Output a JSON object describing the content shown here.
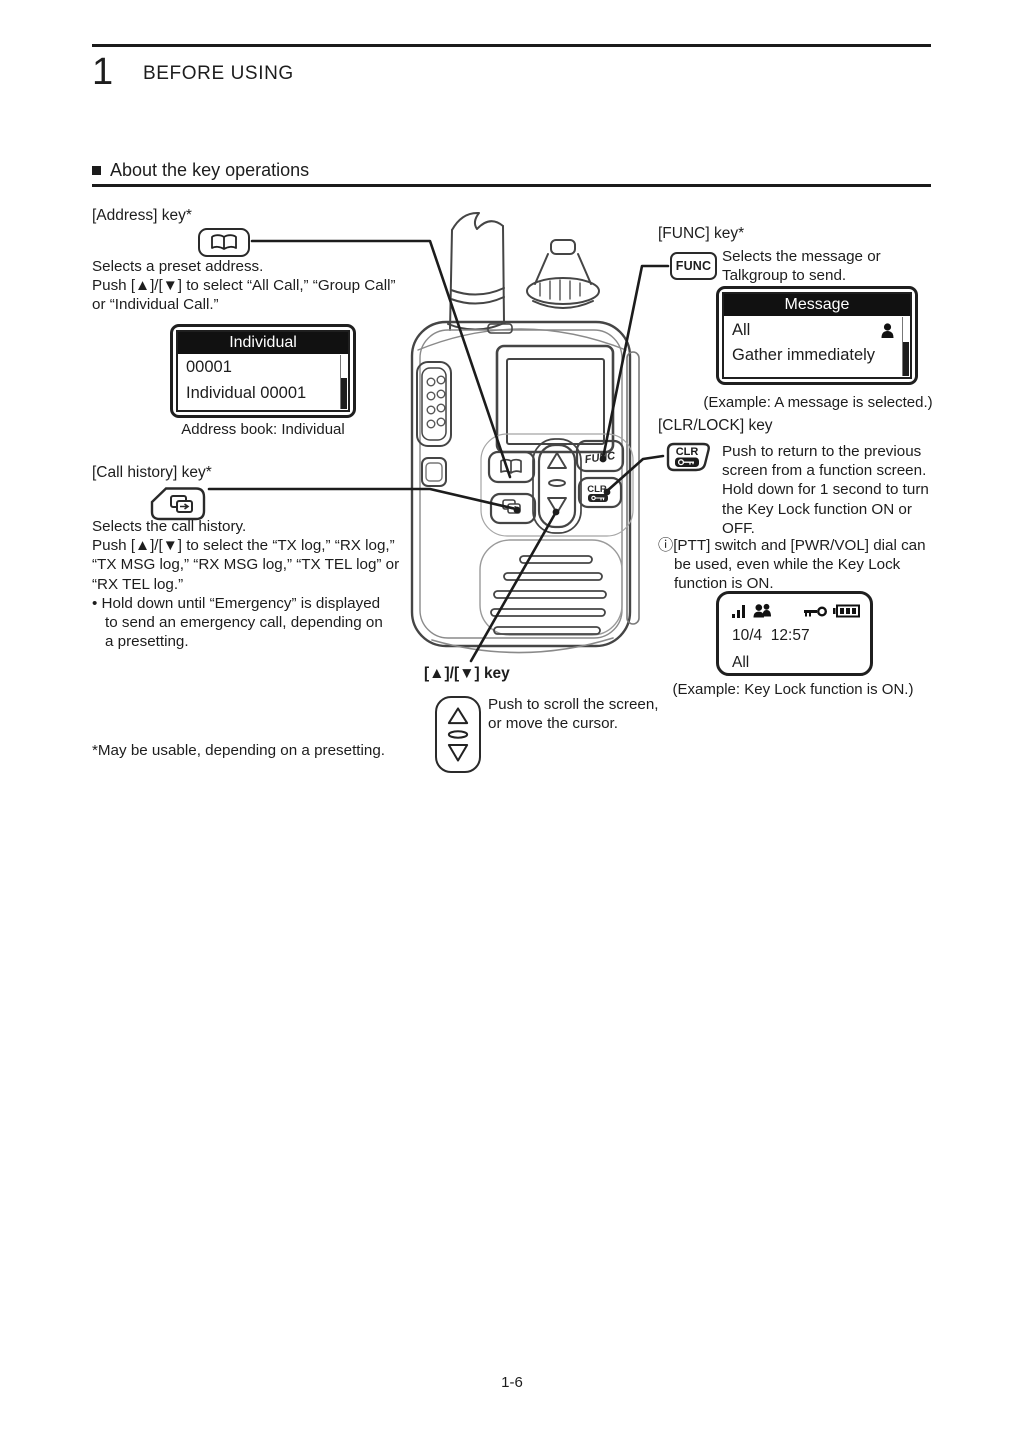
{
  "header": {
    "chapter_number": "1",
    "chapter_title": "BEFORE USING",
    "section_title": "About the key operations"
  },
  "address_key": {
    "label": "[Address] key*",
    "desc": [
      "Selects a preset address.",
      "Push [▲]/[▼] to select “All Call,” “Group Call”",
      "or “Individual Call.”"
    ],
    "screen": {
      "title": "Individual",
      "row1": "00001",
      "row2": "Individual 00001",
      "caption": "Address book: Individual"
    }
  },
  "call_history_key": {
    "label": "[Call history] key*",
    "desc": [
      "Selects the call history.",
      "Push [▲]/[▼] to select the “TX log,” “RX log,”",
      "“TX MSG log,” “RX MSG log,” “TX TEL log” or",
      "“RX TEL log.”"
    ],
    "bullet": [
      "• Hold down until “Emergency” is displayed",
      "to send an emergency call, depending on",
      "a presetting."
    ]
  },
  "func_key": {
    "label": "[FUNC] key*",
    "button": "FUNC",
    "desc": [
      "Selects the message or",
      "Talkgroup to send."
    ],
    "screen": {
      "title": "Message",
      "row1": "All",
      "row2": "Gather immediately",
      "caption": "(Example: A message is selected.)"
    }
  },
  "clr_key": {
    "label": "[CLR/LOCK] key",
    "button": "CLR",
    "desc": [
      "Push to return to the previous",
      "screen from a function screen.",
      "Hold down for 1 second to turn",
      "the Key Lock function ON or",
      "OFF."
    ],
    "note": [
      "ⓘ[PTT] switch and [PWR/VOL] dial can",
      "be used, even while the Key Lock",
      "function is ON."
    ],
    "screen": {
      "datetime": "10/4  12:57",
      "row": "All",
      "caption": "(Example: Key Lock function is ON.)"
    }
  },
  "updown_key": {
    "label": "[▲]/[▼] key",
    "desc": [
      "Push to scroll the screen,",
      "or move the cursor."
    ]
  },
  "footnote": "*May be usable, depending on a presetting.",
  "page_number": "1-6",
  "radio": {
    "func_label": "FUNC",
    "clr_label": "CLR"
  },
  "icons": {
    "address_button": "open-book-icon",
    "call_history_button": "call-history-icon",
    "clr_button": "key-lock-icon",
    "updown_button": "up-down-arrows-icon",
    "message_row": "individual-icon",
    "status_bar": [
      "signal-strength-icon",
      "talkgroup-icon",
      "key-lock-icon",
      "battery-icon"
    ]
  }
}
